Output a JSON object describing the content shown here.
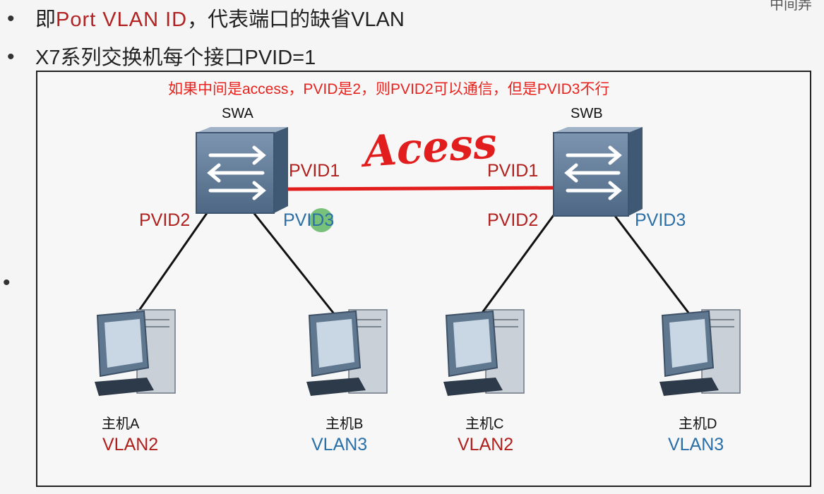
{
  "bullets": {
    "line1_prefix": "即",
    "line1_highlight": "Port VLAN ID",
    "line1_suffix": "，代表端口的缺省VLAN",
    "line2": "X7系列交换机每个接口PVID=1"
  },
  "corner_text": "中间弄",
  "annotation": "如果中间是access，PVID是2，则PVID2可以通信，但是PVID3不行",
  "handwriting": "Acess",
  "switches": [
    {
      "name": "SWA"
    },
    {
      "name": "SWB"
    }
  ],
  "port_labels": {
    "swa_trunk": "PVID1",
    "swb_trunk": "PVID1",
    "swa_left": "PVID2",
    "swa_right": "PVID3",
    "swb_left": "PVID2",
    "swb_right": "PVID3"
  },
  "hosts": [
    {
      "name": "主机A",
      "vlan": "VLAN2"
    },
    {
      "name": "主机B",
      "vlan": "VLAN3"
    },
    {
      "name": "主机C",
      "vlan": "VLAN2"
    },
    {
      "name": "主机D",
      "vlan": "VLAN3"
    }
  ],
  "colors": {
    "annotation": "#e8231e",
    "vlan2": "#b0201d",
    "vlan3": "#2a6fa8",
    "access_link": "#e11d1d",
    "cursor": "#4caf50"
  }
}
